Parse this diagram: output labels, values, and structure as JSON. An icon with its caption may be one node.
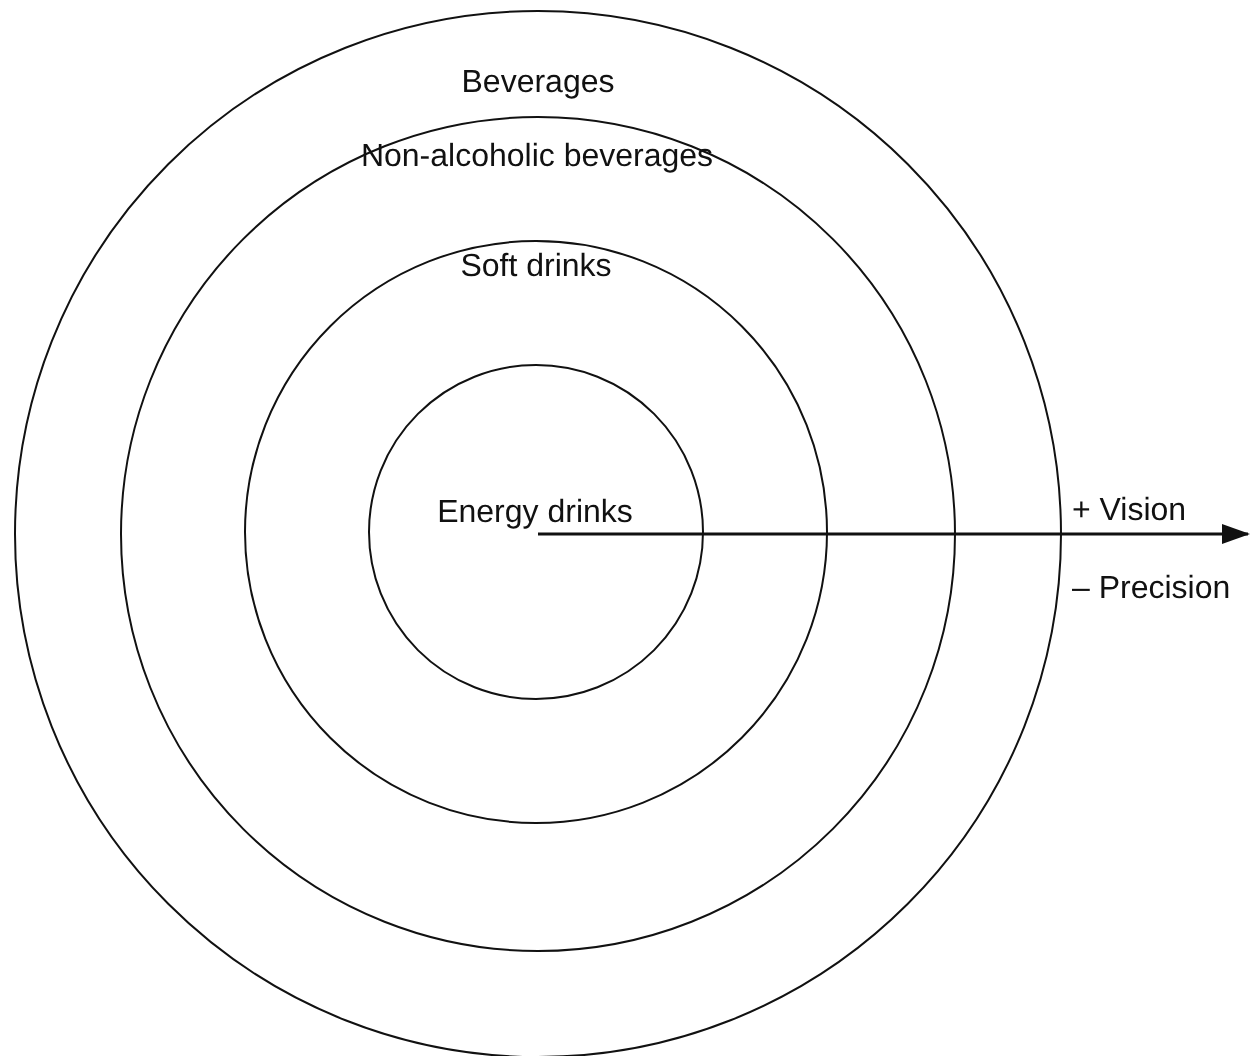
{
  "diagram": {
    "nodes": [
      {
        "text": [
          "Beverages"
        ]
      },
      {
        "text": [
          "Non-alcoholic beverages"
        ],
        "in": 0
      },
      {
        "text": [
          "Soft drinks"
        ],
        "in": 1
      },
      {
        "text": [
          "Energy drinks"
        ],
        "in": 2
      }
    ],
    "labels": [
      "+ Vision",
      "– Precision"
    ]
  }
}
